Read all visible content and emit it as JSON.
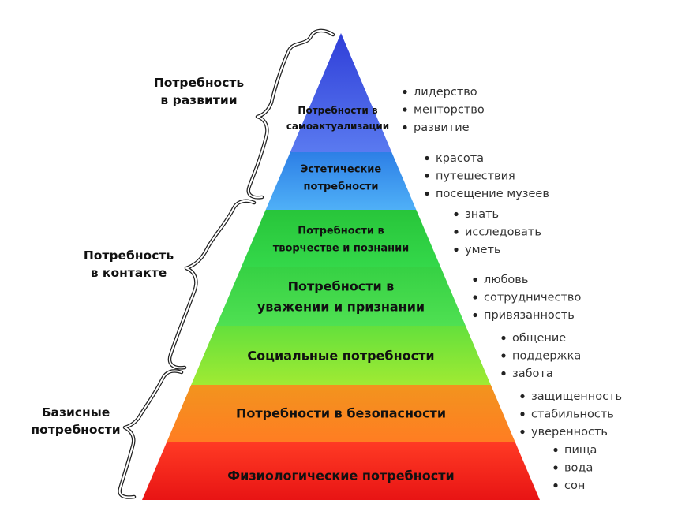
{
  "levels": [
    {
      "key": "self",
      "label": [
        "Потребности  в",
        "самоактуализации"
      ],
      "color_top": "#2f3ed8",
      "color_bottom": "#5a7af0",
      "items": [
        "лидерство",
        "менторство",
        "развитие"
      ]
    },
    {
      "key": "aesthetic",
      "label": [
        "Эстетические",
        "потребности"
      ],
      "color_top": "#2d7fe6",
      "color_bottom": "#4fb0f7",
      "items": [
        "красота",
        "путешествия",
        "посещение музеев"
      ]
    },
    {
      "key": "creativity",
      "label": [
        "Потребности в",
        "творчестве и познании"
      ],
      "color_top": "#28c53a",
      "color_bottom": "#34d84a",
      "items": [
        "знать",
        "исследовать",
        "уметь"
      ]
    },
    {
      "key": "respect",
      "label": [
        "Потребности в",
        "уважении и признании"
      ],
      "color_top": "#36d144",
      "color_bottom": "#4fe052",
      "items": [
        "любовь",
        "сотрудничество",
        "привязанность"
      ]
    },
    {
      "key": "social",
      "label": [
        "Социальные потребности"
      ],
      "color_top": "#64e03c",
      "color_bottom": "#a0ea33",
      "items": [
        "общение",
        "поддержка",
        "забота"
      ]
    },
    {
      "key": "safety",
      "label": [
        "Потребности в безопасности"
      ],
      "color_top": "#f2941e",
      "color_bottom": "#ff7d22",
      "items": [
        "защищенность",
        "стабильность",
        "уверенность"
      ]
    },
    {
      "key": "physio",
      "label": [
        "Физиологические потребности"
      ],
      "color_top": "#ff3a24",
      "color_bottom": "#e81414",
      "items": [
        "пища",
        "вода",
        "сон"
      ]
    }
  ],
  "groups": [
    {
      "key": "development",
      "label": [
        "Потребность",
        "в развитии"
      ]
    },
    {
      "key": "contact",
      "label": [
        "Потребность",
        "в контакте"
      ]
    },
    {
      "key": "basic",
      "label": [
        "Базисные",
        "потребности"
      ]
    }
  ]
}
